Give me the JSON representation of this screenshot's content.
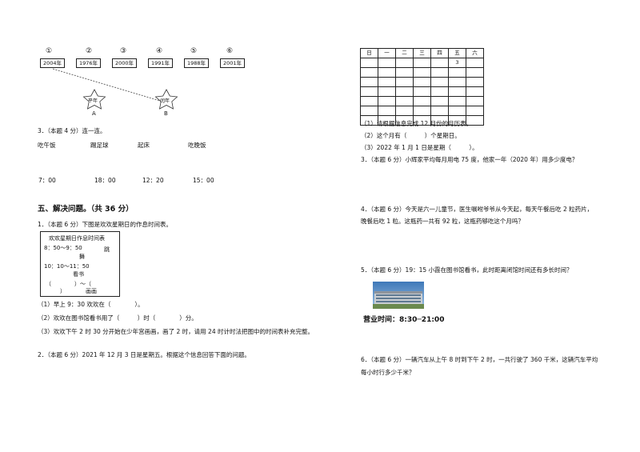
{
  "left": {
    "timeline": {
      "numbers": [
        "①",
        "②",
        "③",
        "④",
        "⑤",
        "⑥"
      ],
      "years": [
        "2004年",
        "1976年",
        "2000年",
        "1991年",
        "1988年",
        "2001年"
      ],
      "star_a_text": "平年",
      "star_b_text": "闰年",
      "star_a_label": "A",
      "star_b_label": "B"
    },
    "q3": {
      "title": "3．（本题 4 分）连一连。",
      "activities": [
        "吃午饭",
        "踢足球",
        "起床",
        "吃晚饭"
      ],
      "times": [
        "7：00",
        "18：00",
        "12：20",
        "15：00"
      ]
    },
    "section5": {
      "heading": "五、解决问题。（共 36 分）"
    },
    "p1": {
      "title": "1．（本题 6 分）下图是欢欢星期日的作息时间表。",
      "schedule": {
        "title": "欢欢星期日作息时间表",
        "line1": "8：50～9：50",
        "line1b": "跳",
        "line1c": "舞",
        "line2": "10：10～11：50",
        "line2b": "看书",
        "line3a": "（",
        "line3b": "）～（",
        "line3c": "）",
        "line3d": "画画"
      },
      "sub1": "（1）早上 9：30 欢欢在（　　　　）。",
      "sub2": "（2）欢欢在图书馆看书用了（　　　）时（　　　　）分。",
      "sub3": "（3）欢欢下午 2 时 30 分开始在少年宫画画，画了 2 时，请用 24 时计时法把图中的时间表补充完整。"
    },
    "p2": {
      "title": "2．（本题 6 分）2021 年 12 月 3 日是星期五。根据这个信息回答下面的问题。"
    }
  },
  "right": {
    "calendar": {
      "headers": [
        "日",
        "一",
        "二",
        "三",
        "四",
        "五",
        "六"
      ],
      "cell_value": "3"
    },
    "cal_q1": "（1）请根据信息完成 12 月份的月历表。",
    "cal_q2": "（2）这个月有（　　　）个星期日。",
    "cal_q3": "（3）2022 年 1 月 1 日是星期（　　　）。",
    "p3": "3．（本题 6 分）小辉家平均每月用电 75 度，他家一年（2020 年）用多少度电？",
    "p4_line1": "4．（本题 6 分）今天是六一儿童节，医生嘱咐爷爷从今天起，每天午餐后吃 2 粒药片，",
    "p4_line2": "晚餐后吃 1 粒。这瓶药一共有 92 粒，这瓶药够吃这个月吗？",
    "p5": "5．（本题 6 分）19：15 小霞在图书馆看书，此时距离闭馆时间还有多长时间？",
    "hours": "营业时间：8:30─21:00",
    "p6_line1": "6．（本题 6 分）一辆汽车从上午 8 时到下午 2 时，一共行驶了 360 千米，这辆汽车平均",
    "p6_line2": "每小时行多少千米？"
  }
}
